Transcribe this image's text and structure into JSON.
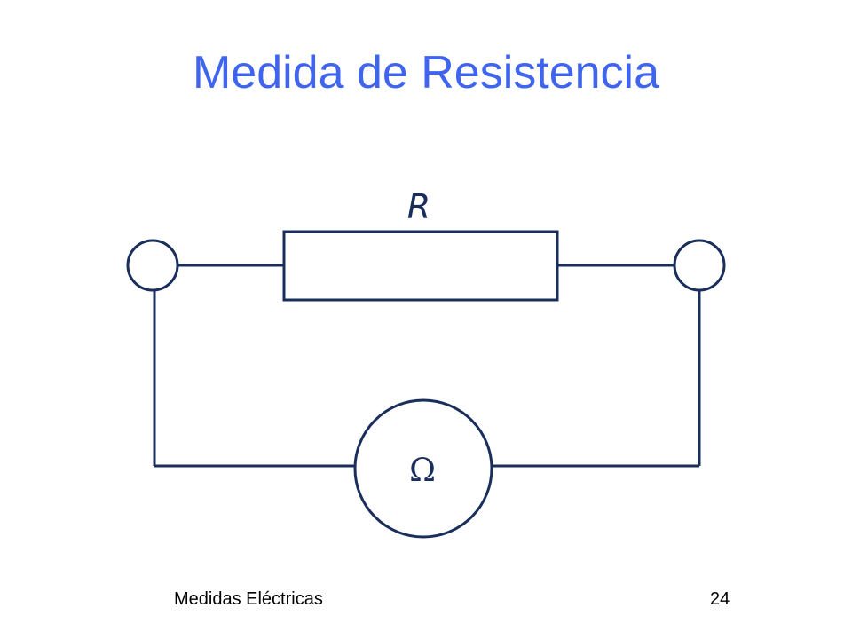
{
  "slide": {
    "title": "Medida de Resistencia",
    "footer_text": "Medidas Eléctricas",
    "page_number": "24"
  },
  "diagram": {
    "resistor_label": "R",
    "meter_symbol": "Ω",
    "line_color": "#1a2e5c",
    "title_color": "#3e64f0"
  }
}
